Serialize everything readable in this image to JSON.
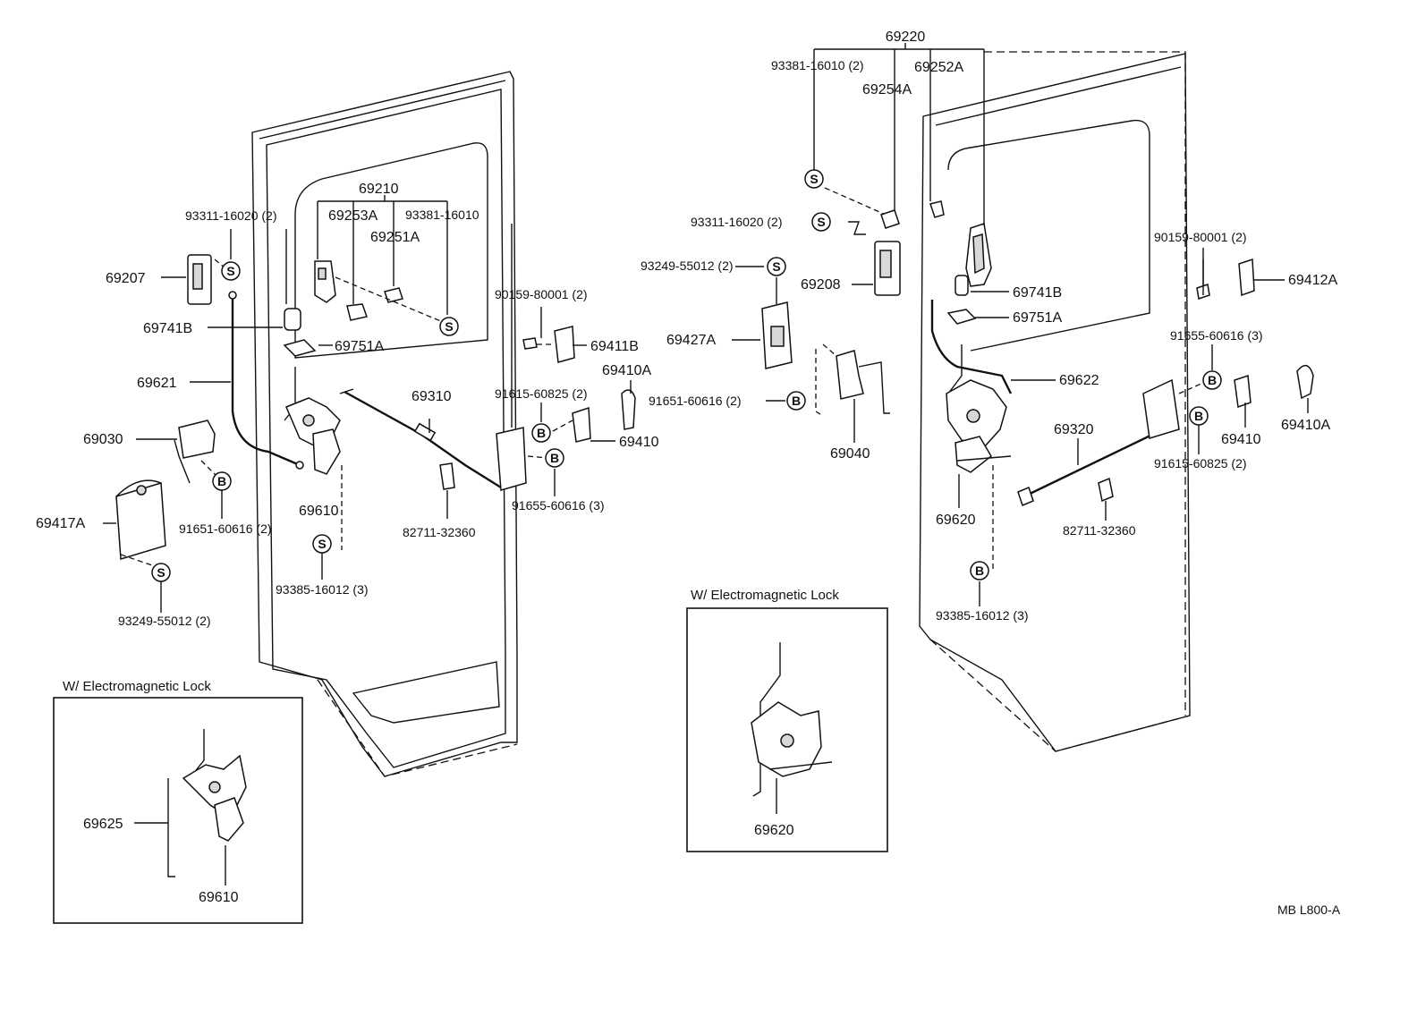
{
  "footer_code": "MB L800-A",
  "insets": {
    "left_title": "W/ Electromagnetic Lock",
    "right_title": "W/ Electromagnetic Lock"
  },
  "callouts": {
    "bolt": "B",
    "screw": "S"
  },
  "labels": {
    "p69220": "69220",
    "p93381_16010_2": "93381-16010 (2)",
    "p69252A": "69252A",
    "p69254A": "69254A",
    "p93311_16020_2_r": "93311-16020 (2)",
    "p93249_55012_2_r": "93249-55012 (2)",
    "p69208": "69208",
    "p69427A": "69427A",
    "p69741B_r": "69741B",
    "p69751A_r": "69751A",
    "p90159_80001_2_r": "90159-80001 (2)",
    "p69412A": "69412A",
    "p91655_60616_3_r": "91655-60616 (3)",
    "p69410A_r": "69410A",
    "p69622": "69622",
    "p91651_60616_2_r": "91651-60616 (2)",
    "p69040": "69040",
    "p69320": "69320",
    "p69410_r": "69410",
    "p91615_60825_2_r": "91615-60825 (2)",
    "p69620": "69620",
    "p82711_32360_r": "82711-32360",
    "p93385_16012_3_r": "93385-16012 (3)",
    "p69620_inset": "69620",
    "p69210": "69210",
    "p93311_16020_2_l": "93311-16020 (2)",
    "p69253A": "69253A",
    "p93381_16010": "93381-16010",
    "p69251A": "69251A",
    "p69207": "69207",
    "p69741B_l": "69741B",
    "p69751A_l": "69751A",
    "p69621": "69621",
    "p90159_80001_2_l": "90159-80001 (2)",
    "p69411B": "69411B",
    "p69410A_l": "69410A",
    "p69310": "69310",
    "p91615_60825_2_l": "91615-60825 (2)",
    "p69410_l": "69410",
    "p69030": "69030",
    "p91655_60616_3_l": "91655-60616 (3)",
    "p69610": "69610",
    "p91651_60616_2_l": "91651-60616 (2)",
    "p69417A": "69417A",
    "p82711_32360_l": "82711-32360",
    "p93385_16012_3_l": "93385-16012 (3)",
    "p93249_55012_2_l": "93249-55012 (2)",
    "p69625": "69625",
    "p69610_inset": "69610"
  }
}
